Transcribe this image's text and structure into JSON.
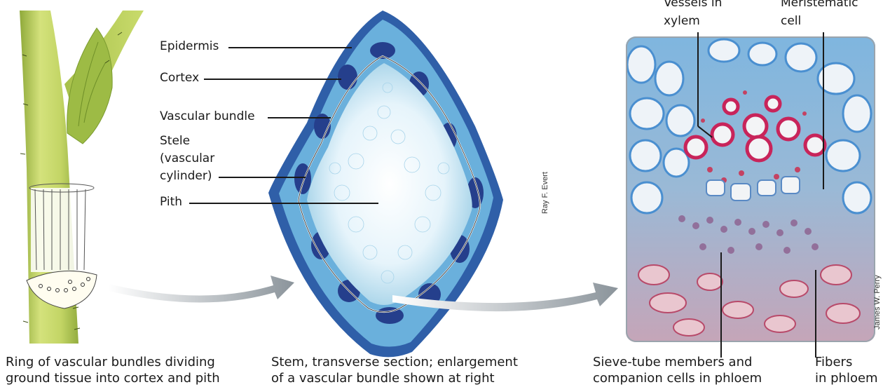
{
  "labels": {
    "epidermis": "Epidermis",
    "cortex": "Cortex",
    "vascular_bundle": "Vascular bundle",
    "stele_line1": "Stele",
    "stele_line2": "(vascular",
    "stele_line3": "cylinder)",
    "pith": "Pith",
    "vessels_line1": "Vessels in",
    "vessels_line2": "xylem",
    "meristematic_line1": "Meristematic",
    "meristematic_line2": "cell",
    "sieve_line1": "Sieve-tube members and",
    "sieve_line2": "companion cells in phloem",
    "fibers_line1": "Fibers",
    "fibers_line2": "in phloem"
  },
  "captions": {
    "left_line1": "Ring of vascular bundles dividing",
    "left_line2": "ground tissue into cortex and pith",
    "middle_line1": "Stem, transverse section; enlargement",
    "middle_line2": "of a vascular bundle shown at right"
  },
  "credits": {
    "middle": "Ray F. Evert",
    "right": "James W. Perry"
  },
  "colors": {
    "stem_green": "#b9cf5a",
    "section_blue": "#3f7fc4",
    "micrograph_magenta": "#b8335a"
  }
}
